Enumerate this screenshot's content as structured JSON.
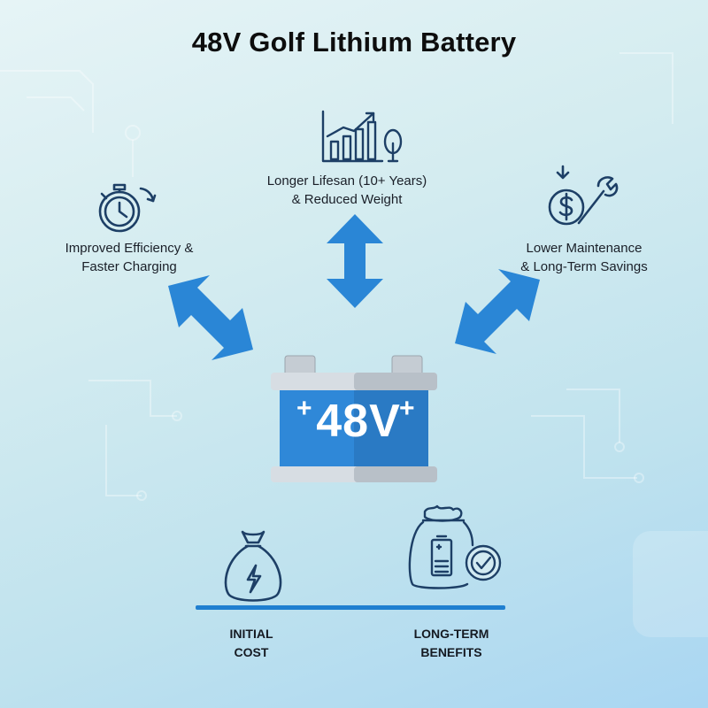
{
  "title": "48V Golf Lithium Battery",
  "features": {
    "efficiency": {
      "label": "Improved Efficiency &\nFaster Charging",
      "icon": "stopwatch-icon"
    },
    "lifespan": {
      "label": "Longer Lifesan (10+ Years)\n& Reduced Weight",
      "icon": "growth-chart-icon"
    },
    "maintenance": {
      "label": "Lower Maintenance\n& Long-Term Savings",
      "icon": "dollar-wrench-icon"
    }
  },
  "battery": {
    "voltage_label": "48V",
    "plus_symbol": "+"
  },
  "bottom": {
    "initial_cost": "INITIAL\nCOST",
    "long_term": "LONG-TERM\nBENEFITS"
  },
  "colors": {
    "arrow": "#2a86d6",
    "icon_stroke": "#1d3f66",
    "battery_body": "#2f88d8",
    "battery_frame": "#d7dde3"
  }
}
